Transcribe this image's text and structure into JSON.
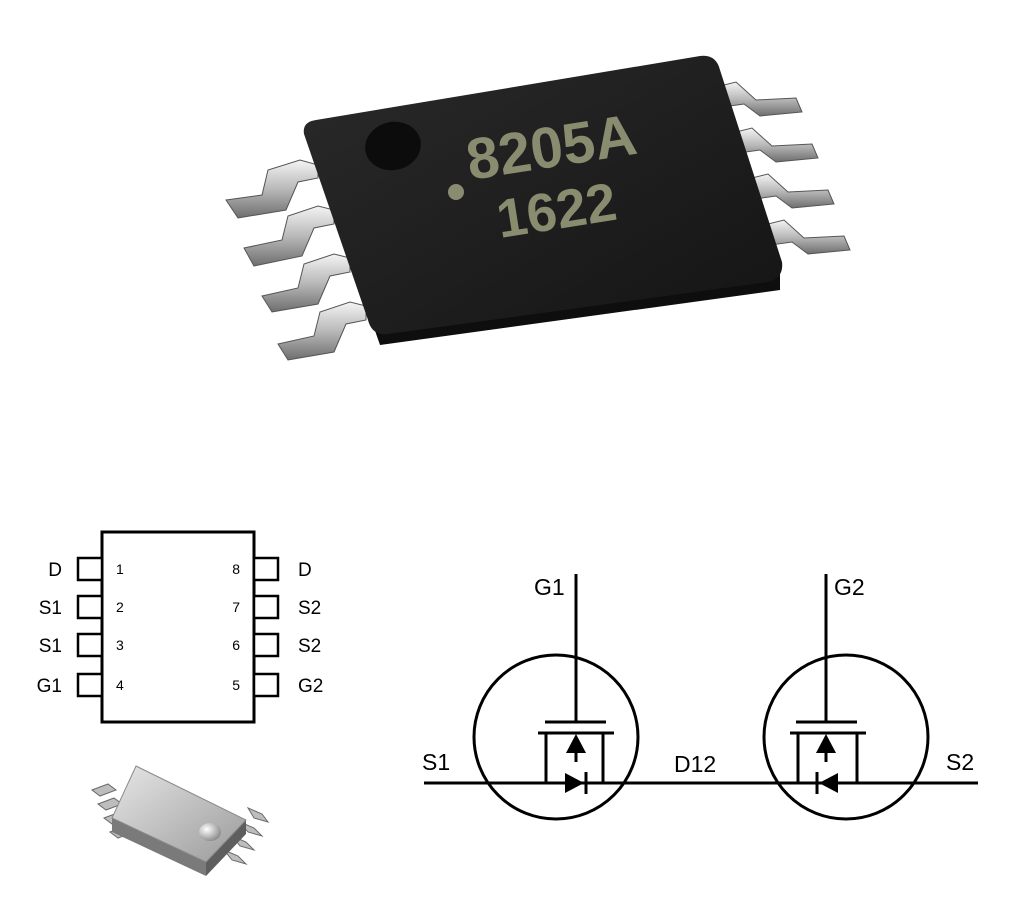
{
  "chip_photo": {
    "marking_line1": "8205A",
    "marking_line2": "1622",
    "body_color": "#1c1c1c",
    "marking_color": "#8a8c70",
    "lead_color": "#c8c8c8"
  },
  "pinout": {
    "left": [
      {
        "num": "1",
        "label": "D"
      },
      {
        "num": "2",
        "label": "S1"
      },
      {
        "num": "3",
        "label": "S1"
      },
      {
        "num": "4",
        "label": "G1"
      }
    ],
    "right": [
      {
        "num": "8",
        "label": "D"
      },
      {
        "num": "7",
        "label": "S2"
      },
      {
        "num": "6",
        "label": "S2"
      },
      {
        "num": "5",
        "label": "G2"
      }
    ]
  },
  "schematic": {
    "labels": {
      "g1": "G1",
      "g2": "G2",
      "s1": "S1",
      "s2": "S2",
      "d12": "D12"
    }
  }
}
